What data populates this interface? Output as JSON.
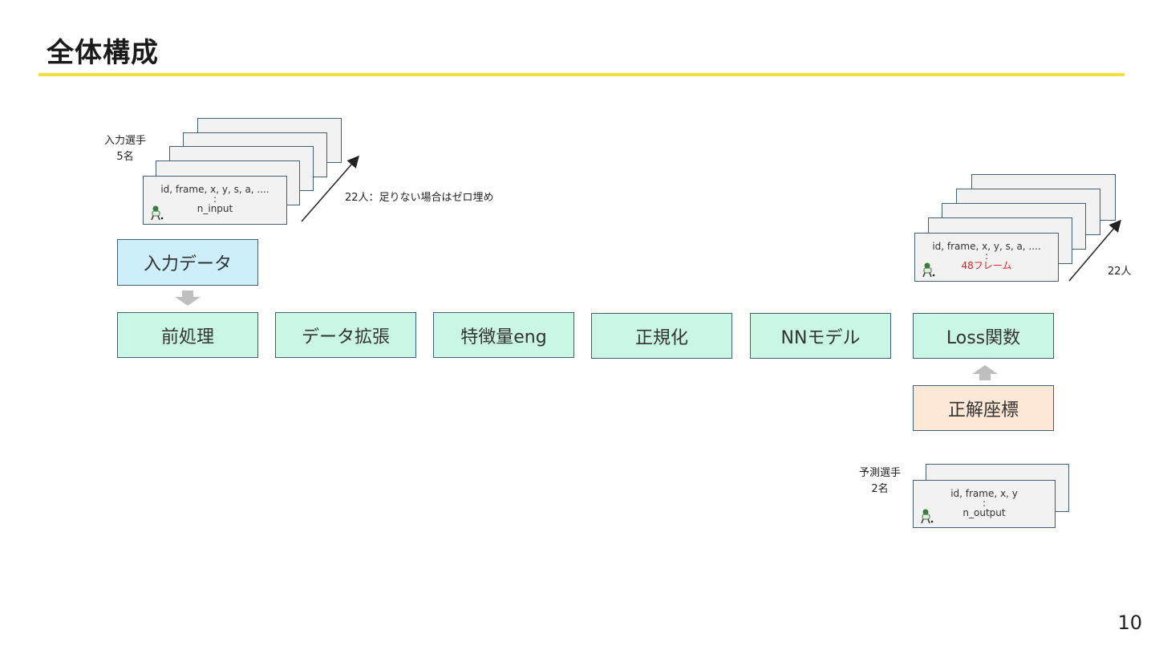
{
  "title": "全体構成",
  "input": {
    "label_line1": "入力選手",
    "label_line2": "5名",
    "card_line1": "id, frame, x, y, s, a, ....",
    "card_line2": ":",
    "card_line3": "n_input",
    "note": "22人：足りない場合はゼロ埋め",
    "data_box": "入力データ"
  },
  "pipeline": [
    "前処理",
    "データ拡張",
    "特徴量eng",
    "正規化",
    "NNモデル",
    "Loss関数"
  ],
  "right_stack": {
    "card_line1": "id, frame, x, y, s, a, ....",
    "card_line2": ":",
    "card_line3": "48フレーム",
    "note": "22人"
  },
  "target_box": "正解座標",
  "output": {
    "label_line1": "予測選手",
    "label_line2": "2名",
    "card_line1": "id, frame, x, y",
    "card_line2": ":",
    "card_line3": "n_output"
  },
  "page_number": "10",
  "colors": {
    "title_rule": "#f3e03a",
    "pipeline_fill": "#c9f7e3",
    "input_fill": "#cdeffa",
    "target_fill": "#fde7d6",
    "highlight_text": "#e02020"
  }
}
